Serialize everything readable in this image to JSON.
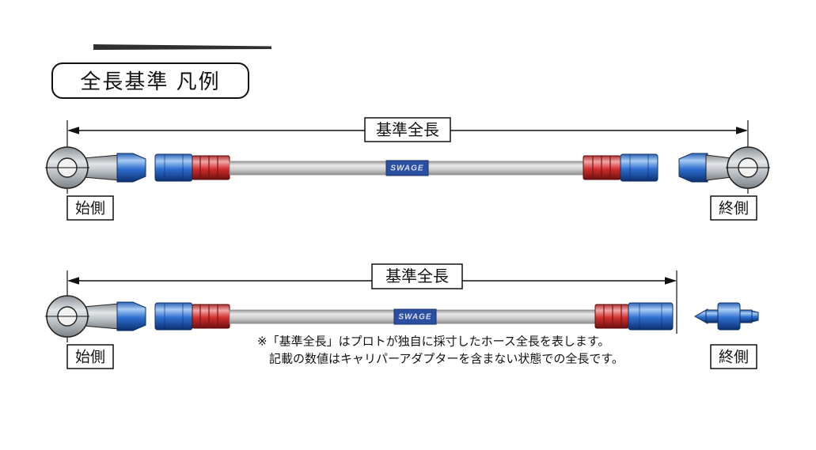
{
  "title": "全長基準 凡例",
  "dimension_label": "基準全長",
  "labels": {
    "start": "始側",
    "end": "終側"
  },
  "hose_brand": "SWAGE",
  "note_line1": "※「基準全長」はプロトが独自に採寸したホース全長を表します。",
  "note_line2": "記載の数値はキャリパーアダプターを含まない状態での全長です。",
  "colors": {
    "fitting_blue": "#2f6fd0",
    "fitting_red": "#d23030",
    "hose_gray": "#cfcfcf",
    "brand_plate_blue": "#2b4fa0",
    "line_black": "#111111"
  }
}
